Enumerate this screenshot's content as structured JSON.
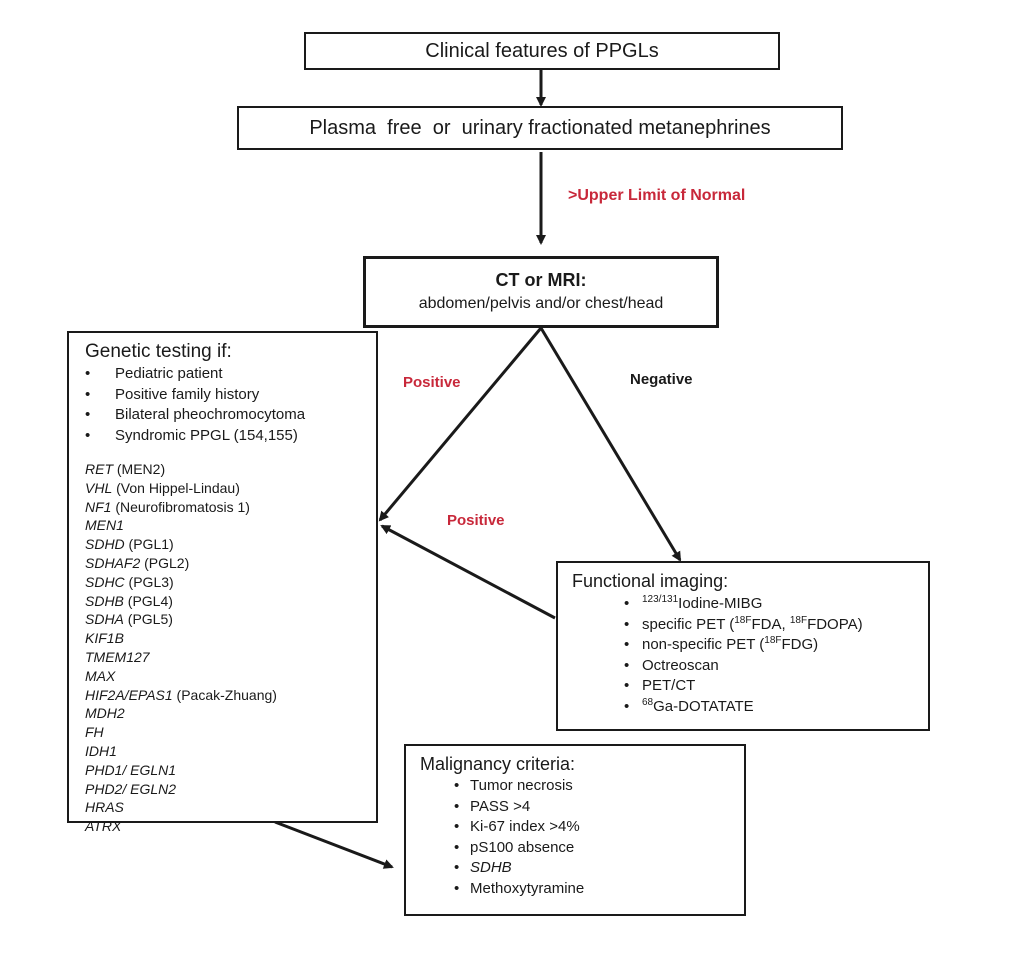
{
  "flowchart": {
    "box_clinical": "Clinical features of PPGLs",
    "box_metanephrines": "Plasma  free  or  urinary fractionated metanephrines",
    "label_uln": ">Upper Limit of Normal",
    "box_imaging_title": "CT or MRI:",
    "box_imaging_sub": "abdomen/pelvis and/or chest/head",
    "label_positive_1": "Positive",
    "label_negative": "Negative",
    "label_positive_2": "Positive",
    "colors": {
      "accent_red": "#c8283a",
      "line": "#1a1a1a"
    }
  },
  "genetic": {
    "title": "Genetic testing if:",
    "criteria": [
      "Pediatric patient",
      "Positive family history",
      "Bilateral pheochromocytoma",
      "Syndromic PPGL (154,155)"
    ],
    "genes": [
      {
        "gene": "RET",
        "note": " (MEN2)"
      },
      {
        "gene": "VHL",
        "note": " (Von Hippel-Lindau)"
      },
      {
        "gene": "NF1",
        "note": " (Neurofibromatosis 1)"
      },
      {
        "gene": "MEN1",
        "note": ""
      },
      {
        "gene": "SDHD",
        "note": " (PGL1)"
      },
      {
        "gene": "SDHAF2",
        "note": " (PGL2)"
      },
      {
        "gene": "SDHC",
        "note": " (PGL3)"
      },
      {
        "gene": "SDHB",
        "note": " (PGL4)"
      },
      {
        "gene": "SDHA",
        "note": " (PGL5)"
      },
      {
        "gene": "KIF1B",
        "note": ""
      },
      {
        "gene": "TMEM127",
        "note": ""
      },
      {
        "gene": "MAX",
        "note": ""
      },
      {
        "gene": "HIF2A/EPAS1",
        "note": " (Pacak-Zhuang)"
      },
      {
        "gene": "MDH2",
        "note": ""
      },
      {
        "gene": "FH",
        "note": ""
      },
      {
        "gene": "IDH1",
        "note": ""
      },
      {
        "gene": "PHD1/ EGLN1",
        "note": ""
      },
      {
        "gene": "PHD2/ EGLN2",
        "note": ""
      },
      {
        "gene": "HRAS",
        "note": ""
      },
      {
        "gene": "ATRX",
        "note": ""
      }
    ]
  },
  "functional": {
    "title": "Functional imaging:",
    "items": {
      "mibg_sup": "123/131",
      "mibg": "Iodine-MIBG",
      "specific_pre": "specific PET (",
      "specific_sup1": "18F",
      "specific_mid": "FDA, ",
      "specific_sup2": "18F",
      "specific_post": "FDOPA)",
      "nonspecific_pre": "non-specific PET (",
      "nonspecific_sup": "18F",
      "nonspecific_post": "FDG)",
      "octreo": "Octreoscan",
      "petct": "PET/CT",
      "ga_sup": "68",
      "ga": "Ga-DOTATATE"
    }
  },
  "malignancy": {
    "title": "Malignancy criteria:",
    "items": [
      {
        "text": "Tumor necrosis",
        "italic": false
      },
      {
        "text": "PASS >4",
        "italic": false
      },
      {
        "text": "Ki-67 index >4%",
        "italic": false
      },
      {
        "text": "pS100 absence",
        "italic": false
      },
      {
        "text": "SDHB",
        "italic": true
      },
      {
        "text": "Methoxytyramine",
        "italic": false
      }
    ]
  }
}
